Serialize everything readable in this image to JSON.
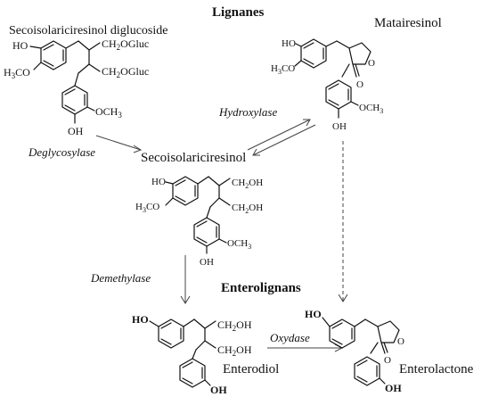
{
  "section_titles": {
    "lignanes": "Lignanes",
    "enterolignans": "Enterolignans"
  },
  "compounds": {
    "seco_diglucoside": "Secoisolariciresinol diglucoside",
    "matairesinol": "Matairesinol",
    "secoisolariciresinol": "Secoisolariciresinol",
    "enterodiol": "Enterodiol",
    "enterolactone": "Enterolactone"
  },
  "enzymes": {
    "deglycosylase": "Deglycosylase",
    "hydroxylase": "Hydroxylase",
    "demethylase": "Demethylase",
    "oxydase": "Oxydase"
  },
  "substituents": {
    "ho": "HO",
    "oh": "OH",
    "h3co": "H3CO",
    "och3": "OCH3",
    "ch2ogluc": "CH2OGluc",
    "ch2oh": "CH2OH",
    "h3co_alt": "H3CO",
    "ring_o": "O"
  }
}
